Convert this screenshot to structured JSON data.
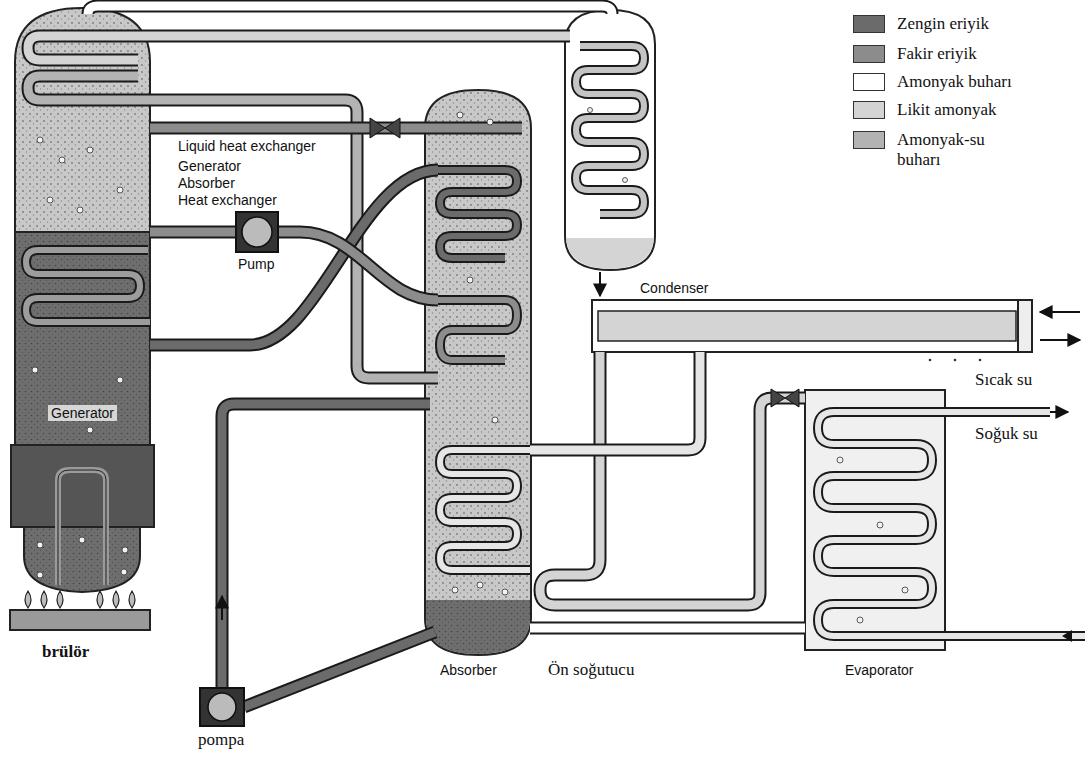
{
  "diagram": {
    "labels": [
      "Liquid heat exchanger",
      "Generator",
      "Absorber",
      "Heat exchanger",
      "Pump",
      "Condenser",
      "Sıcak su",
      "Soğuk su",
      "Generator",
      "brülör",
      "Absorber",
      "Ön soğutucu",
      "Evaporator",
      "pompa"
    ],
    "legend": [
      {
        "text": "Zengin eriyik",
        "color": "#6b6b6b"
      },
      {
        "text": "Fakir eriyik",
        "color": "#8c8c8c"
      },
      {
        "text": "Amonyak buharı",
        "color": "#ffffff"
      },
      {
        "text": "Likit amonyak",
        "color": "#d4d4d4"
      },
      {
        "text": "Amonyak-su buharı",
        "color": "#b3b3b3"
      }
    ]
  }
}
